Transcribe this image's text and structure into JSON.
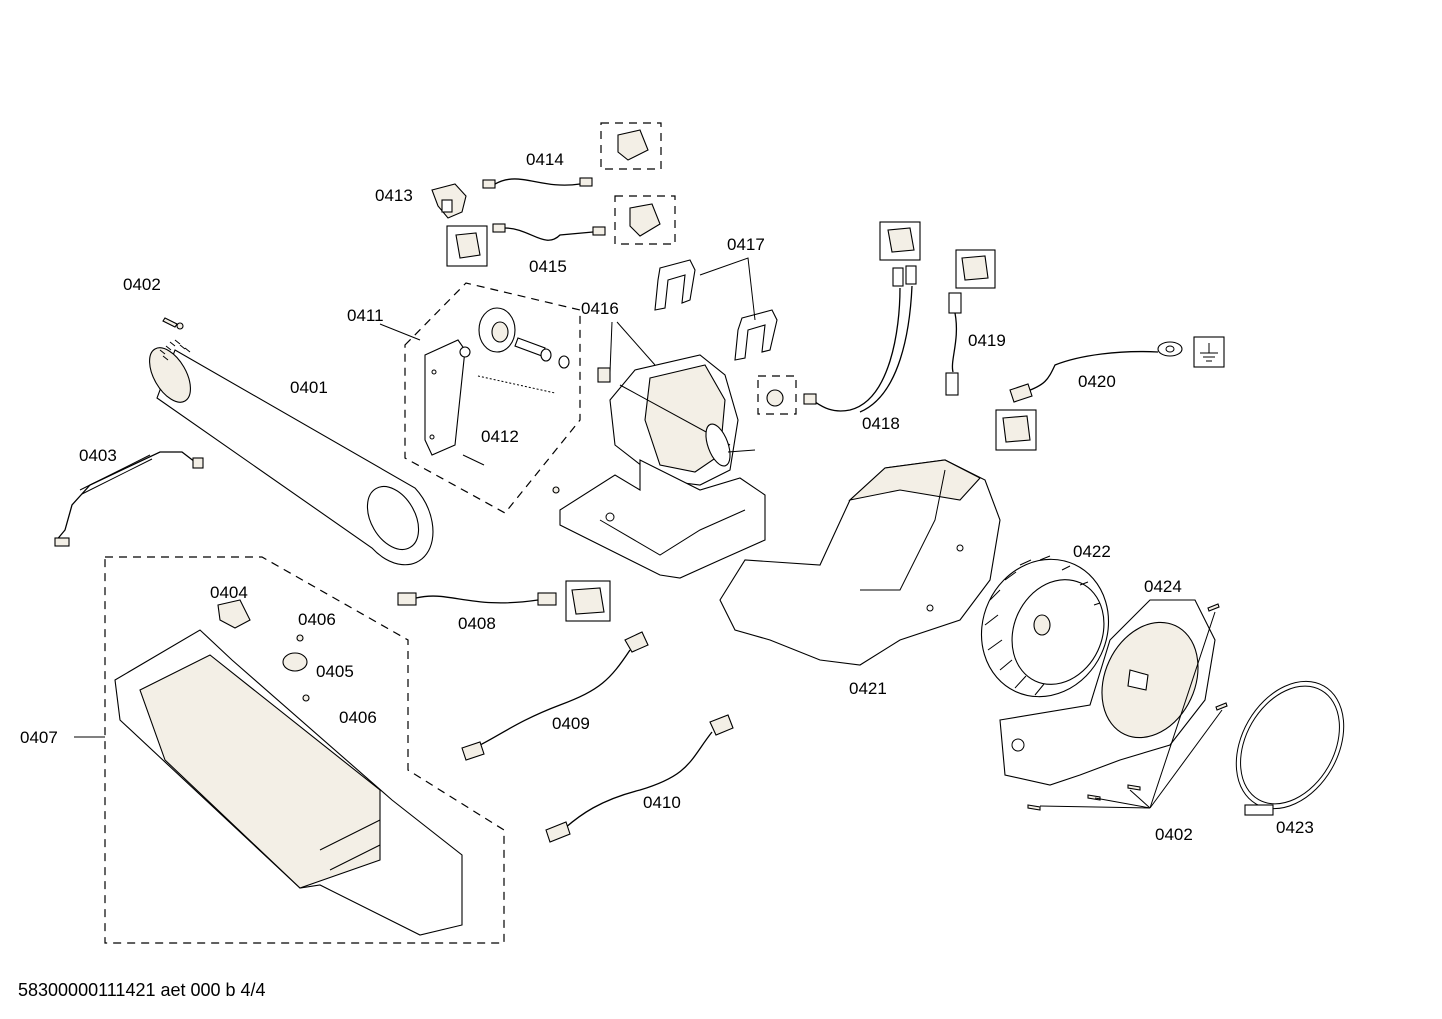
{
  "diagram": {
    "part_labels": [
      {
        "key": "0401",
        "text": "0401"
      },
      {
        "key": "0402a",
        "text": "0402"
      },
      {
        "key": "0402b",
        "text": "0402"
      },
      {
        "key": "0403",
        "text": "0403"
      },
      {
        "key": "0404",
        "text": "0404"
      },
      {
        "key": "0405",
        "text": "0405"
      },
      {
        "key": "0406a",
        "text": "0406"
      },
      {
        "key": "0406b",
        "text": "0406"
      },
      {
        "key": "0407",
        "text": "0407"
      },
      {
        "key": "0408",
        "text": "0408"
      },
      {
        "key": "0409",
        "text": "0409"
      },
      {
        "key": "0410",
        "text": "0410"
      },
      {
        "key": "0411",
        "text": "0411"
      },
      {
        "key": "0412",
        "text": "0412"
      },
      {
        "key": "0413",
        "text": "0413"
      },
      {
        "key": "0414",
        "text": "0414"
      },
      {
        "key": "0415",
        "text": "0415"
      },
      {
        "key": "0416",
        "text": "0416"
      },
      {
        "key": "0417",
        "text": "0417"
      },
      {
        "key": "0418",
        "text": "0418"
      },
      {
        "key": "0419",
        "text": "0419"
      },
      {
        "key": "0420",
        "text": "0420"
      },
      {
        "key": "0421",
        "text": "0421"
      },
      {
        "key": "0422",
        "text": "0422"
      },
      {
        "key": "0423",
        "text": "0423"
      },
      {
        "key": "0424",
        "text": "0424"
      }
    ],
    "footer": "58300000111421 aet 000 b 4/4"
  }
}
